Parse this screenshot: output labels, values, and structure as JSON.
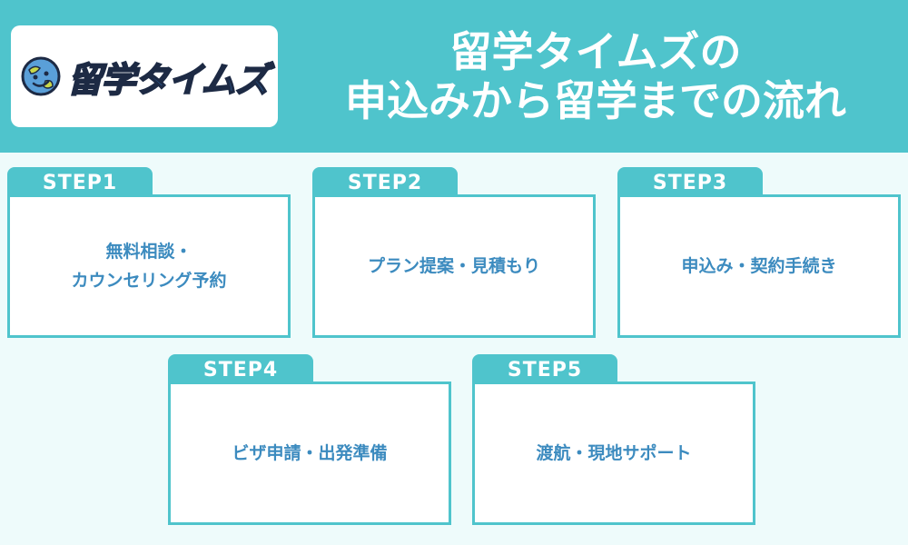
{
  "header": {
    "logo_text": "留学タイムズ",
    "title_line1": "留学タイムズの",
    "title_line2": "申込みから留学までの流れ"
  },
  "steps": [
    {
      "tab": "STEP1",
      "lines": [
        "無料相談・",
        "カウンセリング予約"
      ]
    },
    {
      "tab": "STEP2",
      "lines": [
        "プラン提案・見積もり"
      ]
    },
    {
      "tab": "STEP3",
      "lines": [
        "申込み・契約手続き"
      ]
    },
    {
      "tab": "STEP4",
      "lines": [
        "ビザ申請・出発準備"
      ]
    },
    {
      "tab": "STEP5",
      "lines": [
        "渡航・現地サポート"
      ]
    }
  ],
  "colors": {
    "accent": "#4fc4cc",
    "background": "#eefbfb",
    "step_text": "#3c8bbf",
    "logo_blue": "#2d6fb8"
  }
}
